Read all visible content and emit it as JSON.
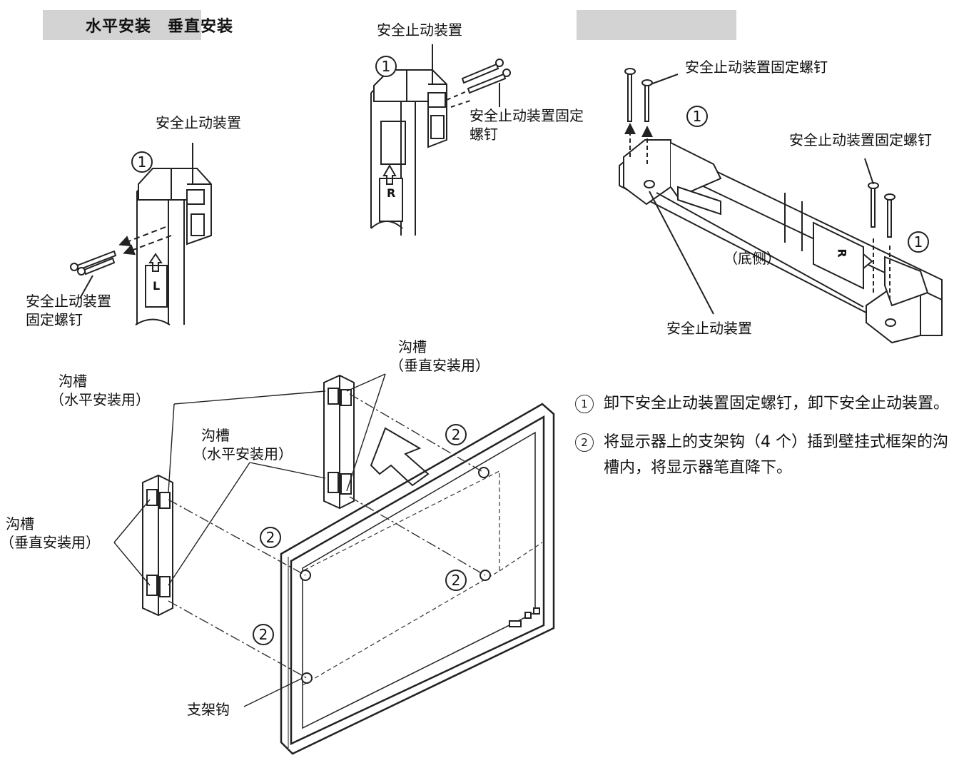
{
  "header": {
    "left_title": "水平安装　垂直安装",
    "right_title": ""
  },
  "labels": {
    "stopper": "安全止动装置",
    "stopper_screw": "安全止动装置固定螺钉",
    "stopper_screw_line1": "安全止动装置",
    "stopper_screw_line2": "固定螺钉",
    "stopper_screw_wrap1": "安全止动装置固定",
    "stopper_screw_wrap2": "螺钉",
    "bottom_side": "（底侧）",
    "groove": "沟槽",
    "groove_horizontal": "（水平安装用）",
    "groove_vertical": "（垂直安装用）",
    "bracket_hook": "支架钩",
    "marker_1": "1",
    "marker_2": "2",
    "part_L": "L",
    "part_R": "R"
  },
  "steps": [
    {
      "num": "1",
      "text": "卸下安全止动装置固定螺钉，卸下安全止动装置。"
    },
    {
      "num": "2",
      "text": "将显示器上的支架钩（4 个）插到壁挂式框架的沟槽内，将显示器笔直降下。"
    }
  ]
}
